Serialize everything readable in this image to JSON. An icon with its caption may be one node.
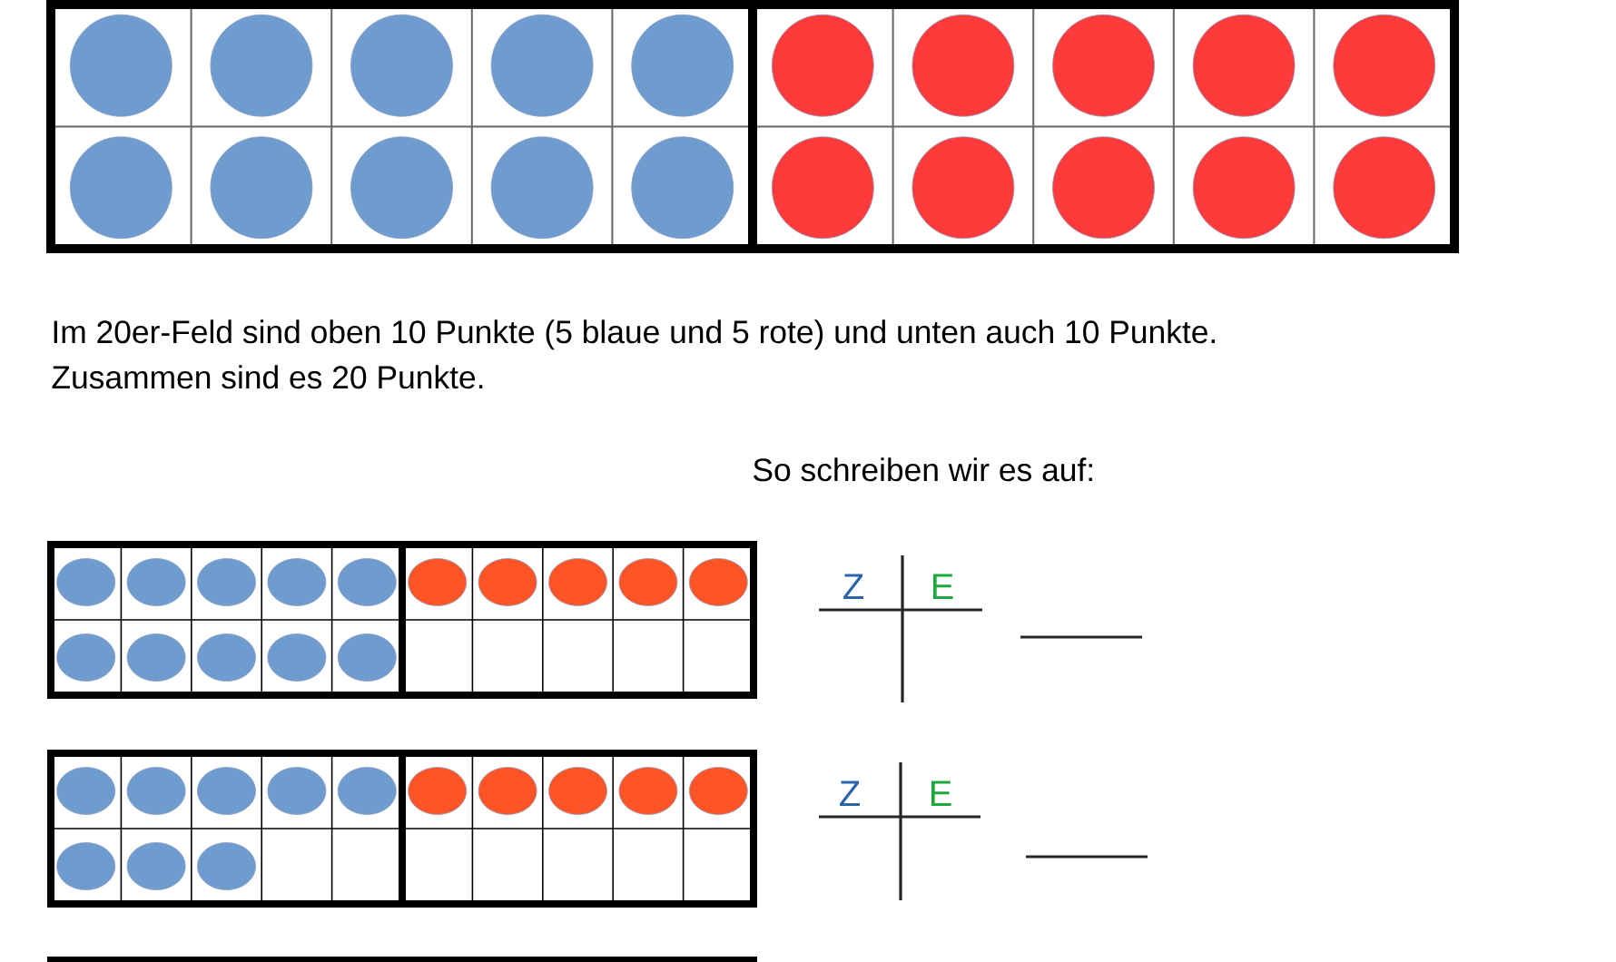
{
  "diagram": {
    "labels": [
      "Im 20er-Feld sind oben 10 Punkte (5 blaue und 5 rote) und unten auch 10 Punkte.",
      "Zusammen sind es 20 Punkte.",
      "So schreiben wir es auf:",
      "Z",
      "E",
      "Z",
      "E"
    ]
  }
}
